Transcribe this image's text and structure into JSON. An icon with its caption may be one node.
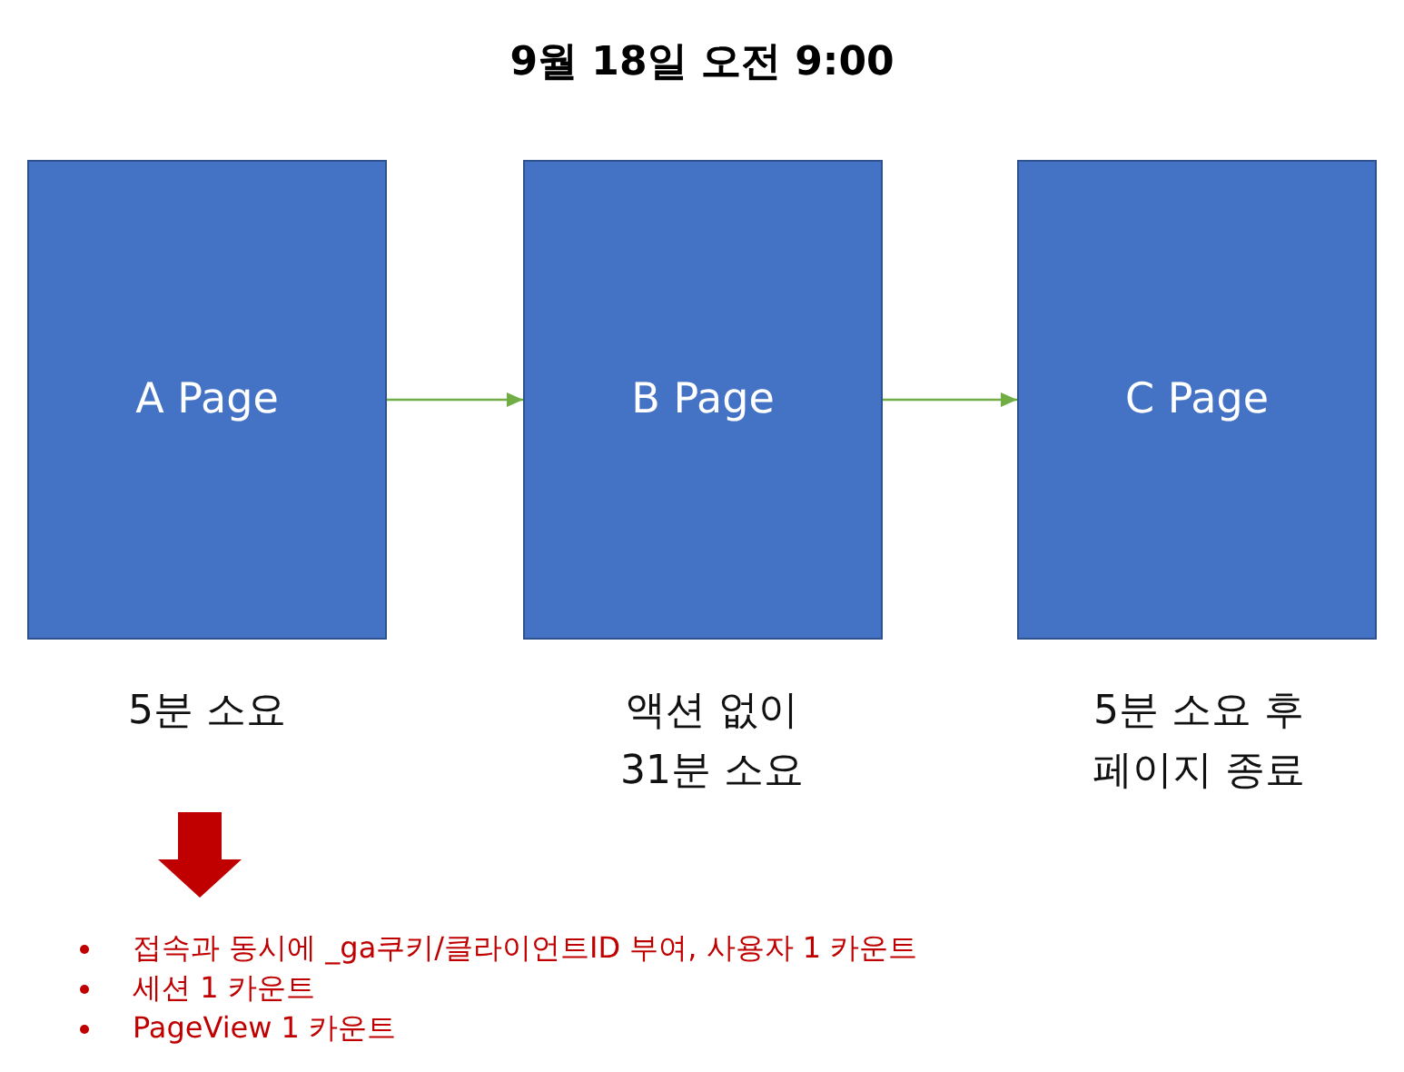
{
  "diagram": {
    "title": "9월 18일 오전 9:00",
    "nodes": [
      {
        "text": [
          "A Page"
        ],
        "beside": [
          "5분 소요"
        ]
      },
      {
        "text": [
          "B Page"
        ],
        "beside": [
          "액션 없이 31분 소요"
        ]
      },
      {
        "text": [
          "C Page"
        ],
        "beside": [
          "5분 소요 후 페이지 종료"
        ]
      },
      {
        "text": [
          "접속과 동시에 _ga쿠키/클라이언트ID 부여, 사용자 1 카운트",
          "세션 1 카운트",
          "PageView 1 카운트"
        ]
      }
    ],
    "edges": [
      {
        "from": 0,
        "to": 1,
        "arrow": "to"
      },
      {
        "from": 1,
        "to": 2,
        "arrow": "to"
      },
      {
        "from": null,
        "to": 3,
        "arrow": "to",
        "style": "thick",
        "color": "#c00000"
      }
    ]
  }
}
